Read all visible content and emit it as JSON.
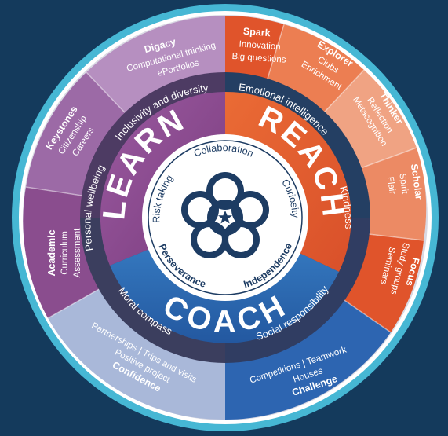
{
  "center": {
    "words": {
      "top": "Collaboration",
      "left": "Risk taking",
      "right": "Curiosity",
      "bottom_left": "Perseverance",
      "bottom_right": "Independence"
    },
    "logo": "flower-logo-icon"
  },
  "pillars": {
    "learn": "LEARN",
    "reach": "REACH",
    "coach": "COACH"
  },
  "ring": {
    "inclusivity": "Inclusivity and diversity",
    "emotional": "Emotional intelligence",
    "kindness": "Kindness",
    "social": "Social responsibility",
    "moral": "Moral compass",
    "wellbeing": "Personal wellbeing"
  },
  "segments": {
    "digacy": {
      "title": "Digacy",
      "items": [
        "Computational thinking",
        "ePortfolios"
      ]
    },
    "keystones": {
      "title": "Keystones",
      "items": [
        "Citizenship",
        "Careers"
      ]
    },
    "academic": {
      "title": "Academic",
      "items": [
        "Curriculum",
        "Assessment"
      ]
    },
    "spark": {
      "title": "Spark",
      "items": [
        "Innovation",
        "Big questions"
      ]
    },
    "explorer": {
      "title": "Explorer",
      "items": [
        "Clubs",
        "Enrichment"
      ]
    },
    "thinker": {
      "title": "Thinker",
      "items": [
        "Reflection",
        "Metacognition"
      ]
    },
    "scholar": {
      "title": "Scholar",
      "items": [
        "Spirit",
        "Flair"
      ]
    },
    "focus": {
      "title": "Focus",
      "items": [
        "Study groups",
        "Seminars"
      ]
    },
    "confidence": {
      "title": "Confidence",
      "items": [
        "Partnerships  |  Trips and visits",
        "Positive project"
      ]
    },
    "challenge": {
      "title": "Challenge",
      "items": [
        "Competitions  |  Teamwork",
        "Houses"
      ]
    }
  },
  "colors": {
    "background": "#143a5c",
    "outer_ring": "#46b7d4",
    "learn": "#8c4a8e",
    "reach": "#e35d2d",
    "coach": "#2f6fb5",
    "dark_ring": "#1d3552"
  }
}
